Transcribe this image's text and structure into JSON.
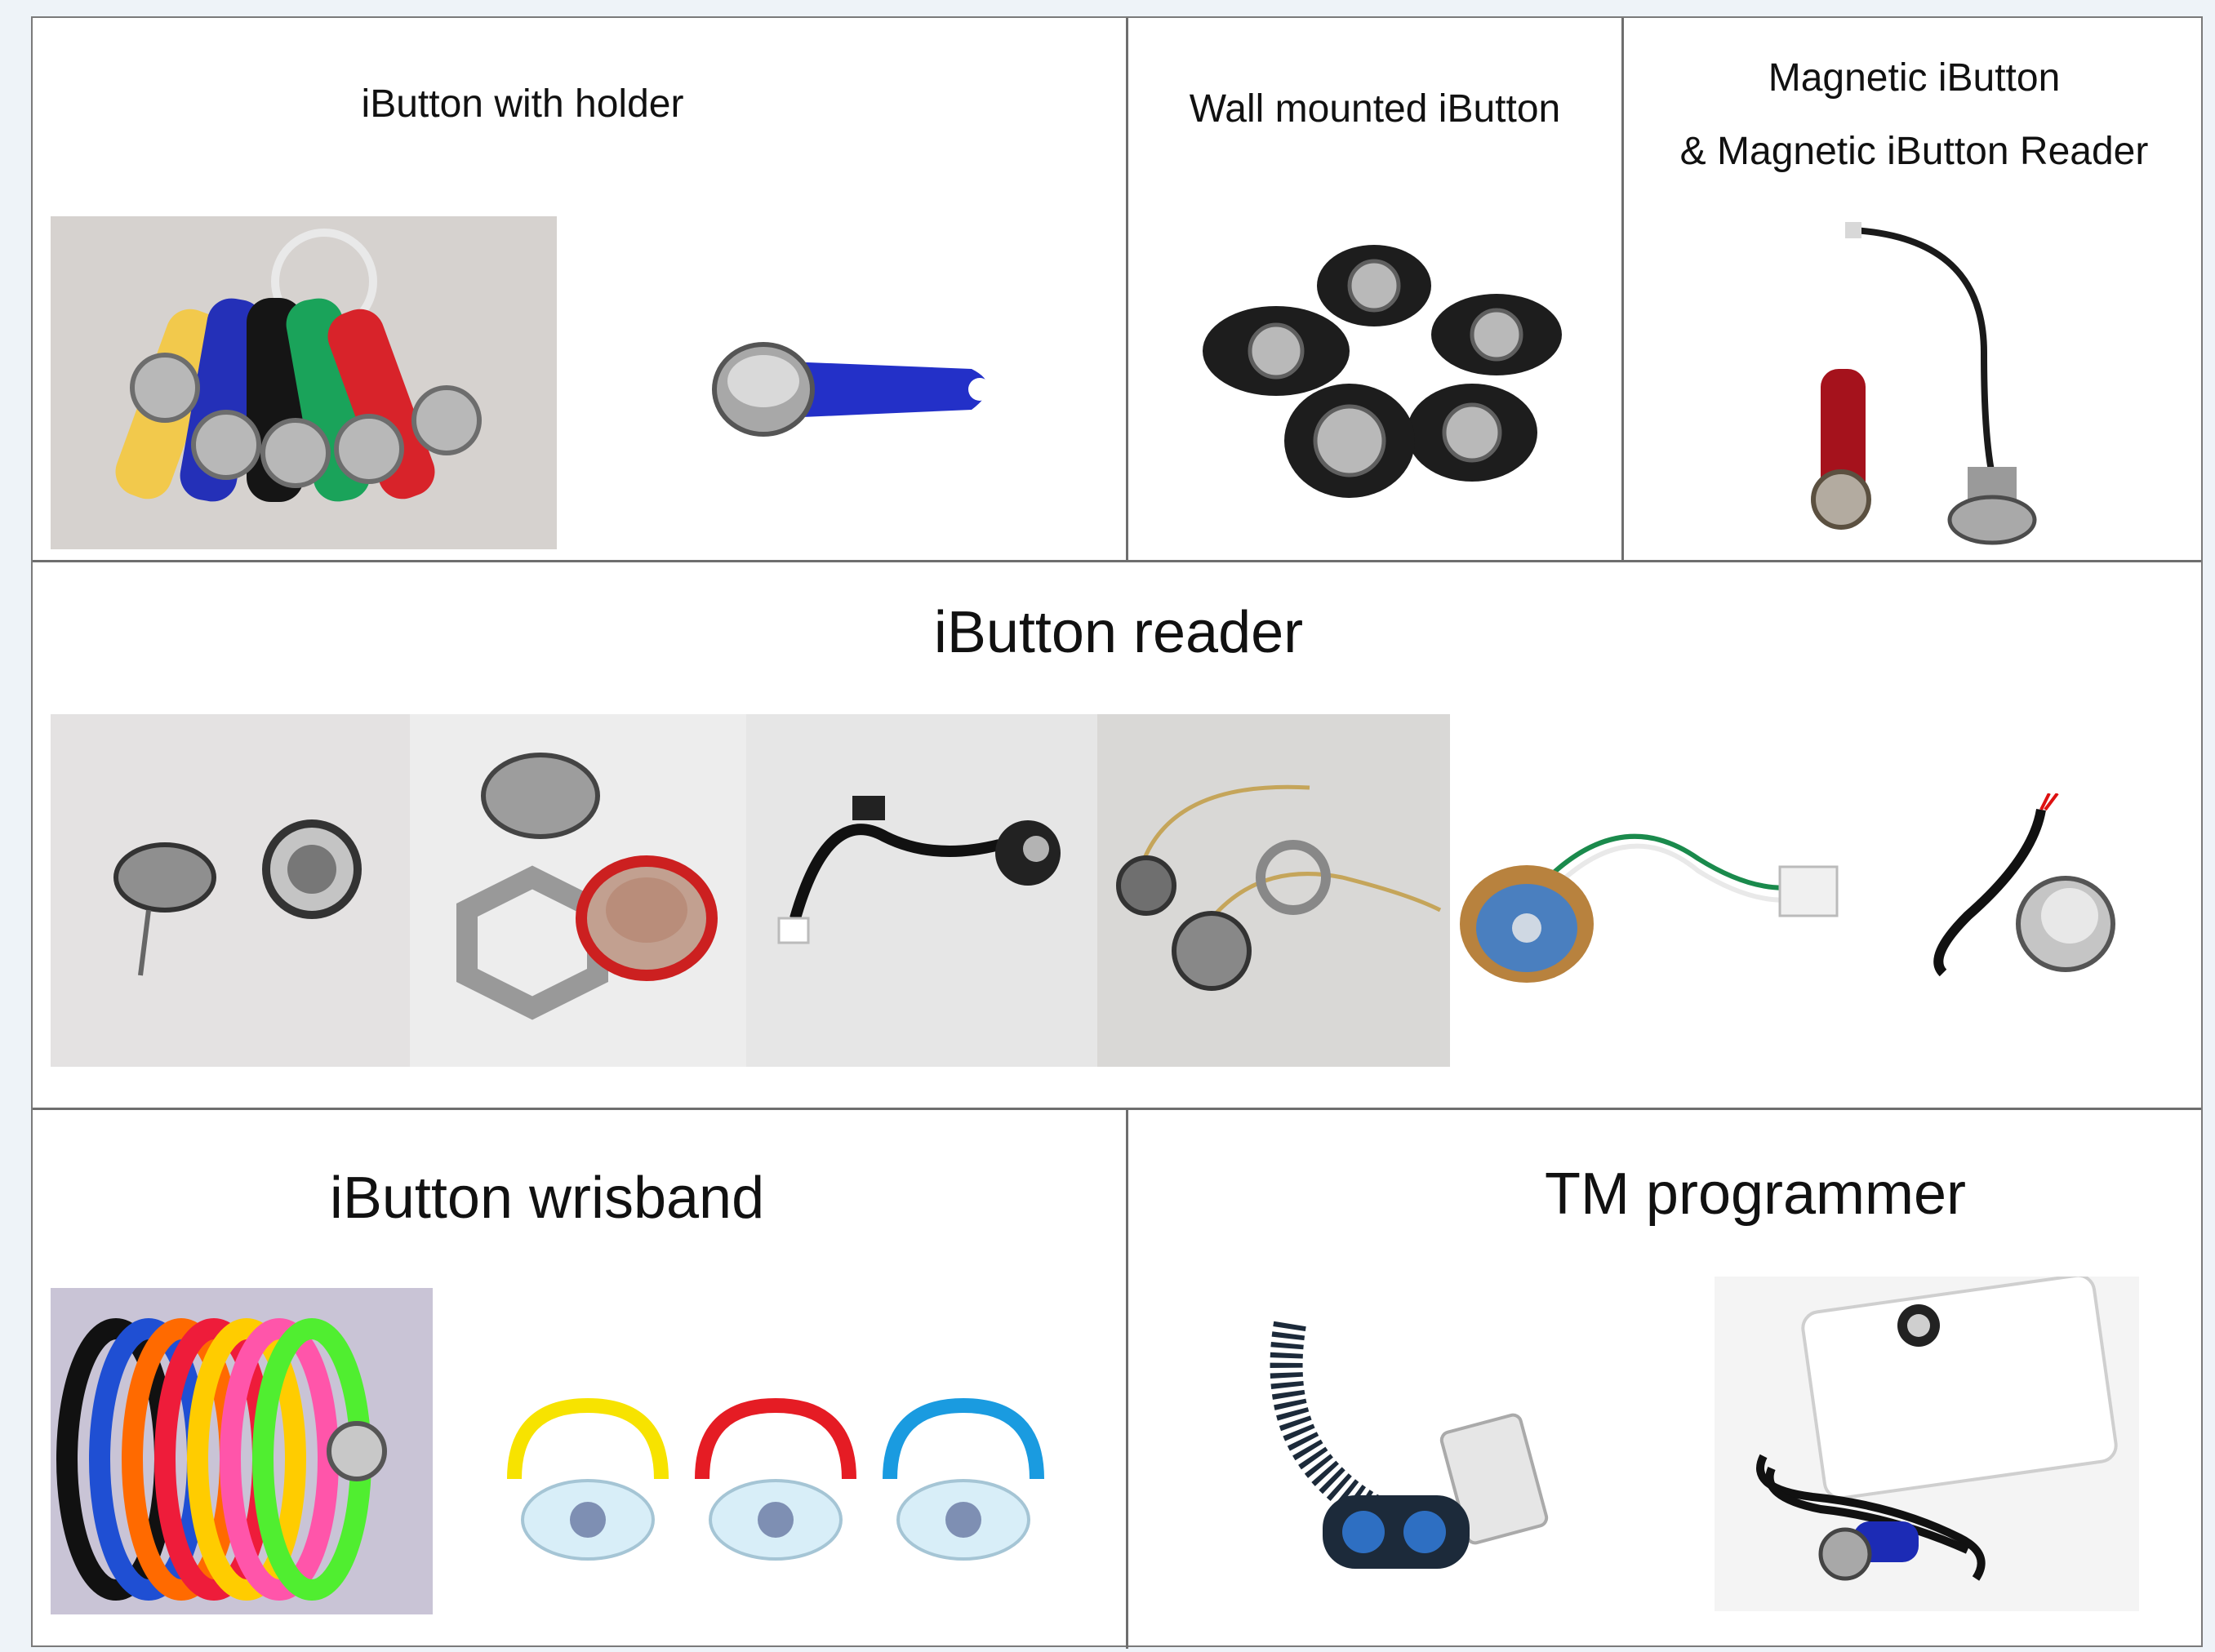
{
  "sections": {
    "holder": {
      "title": "iButton with holder",
      "images": [
        "multicolor-ibutton-keyfobs-photo",
        "blue-holder-ibutton-photo"
      ]
    },
    "wall": {
      "title": "Wall mounted iButton",
      "images": [
        "wall-mount-ibuttons-photo"
      ]
    },
    "magnetic": {
      "title_line1": "Magnetic iButton",
      "title_line2": "& Magnetic iButton Reader",
      "images": [
        "magnetic-reader-photo"
      ]
    },
    "reader": {
      "title": "iButton reader",
      "images": [
        "probe-pair-photo",
        "metal-probe-nut-photo",
        "cable-probe-photo",
        "wired-probe-photo",
        "led-probe-photo",
        "chrome-probe-photo"
      ]
    },
    "wristband": {
      "title": "iButton wrisband",
      "images": [
        "silicone-wristbands-photo",
        "plastic-wristbands-photo"
      ]
    },
    "programmer": {
      "title": "TM programmer",
      "images": [
        "coiled-cable-reader-photo",
        "tm-programmer-box-photo"
      ]
    }
  },
  "colors": {
    "grid_line": "#6e6e6e",
    "page_bg": "#eef3f8",
    "yellow": "#f2c94c",
    "blue": "#2430b8",
    "green": "#1aa35a",
    "red": "#d8232a",
    "black": "#151515"
  }
}
